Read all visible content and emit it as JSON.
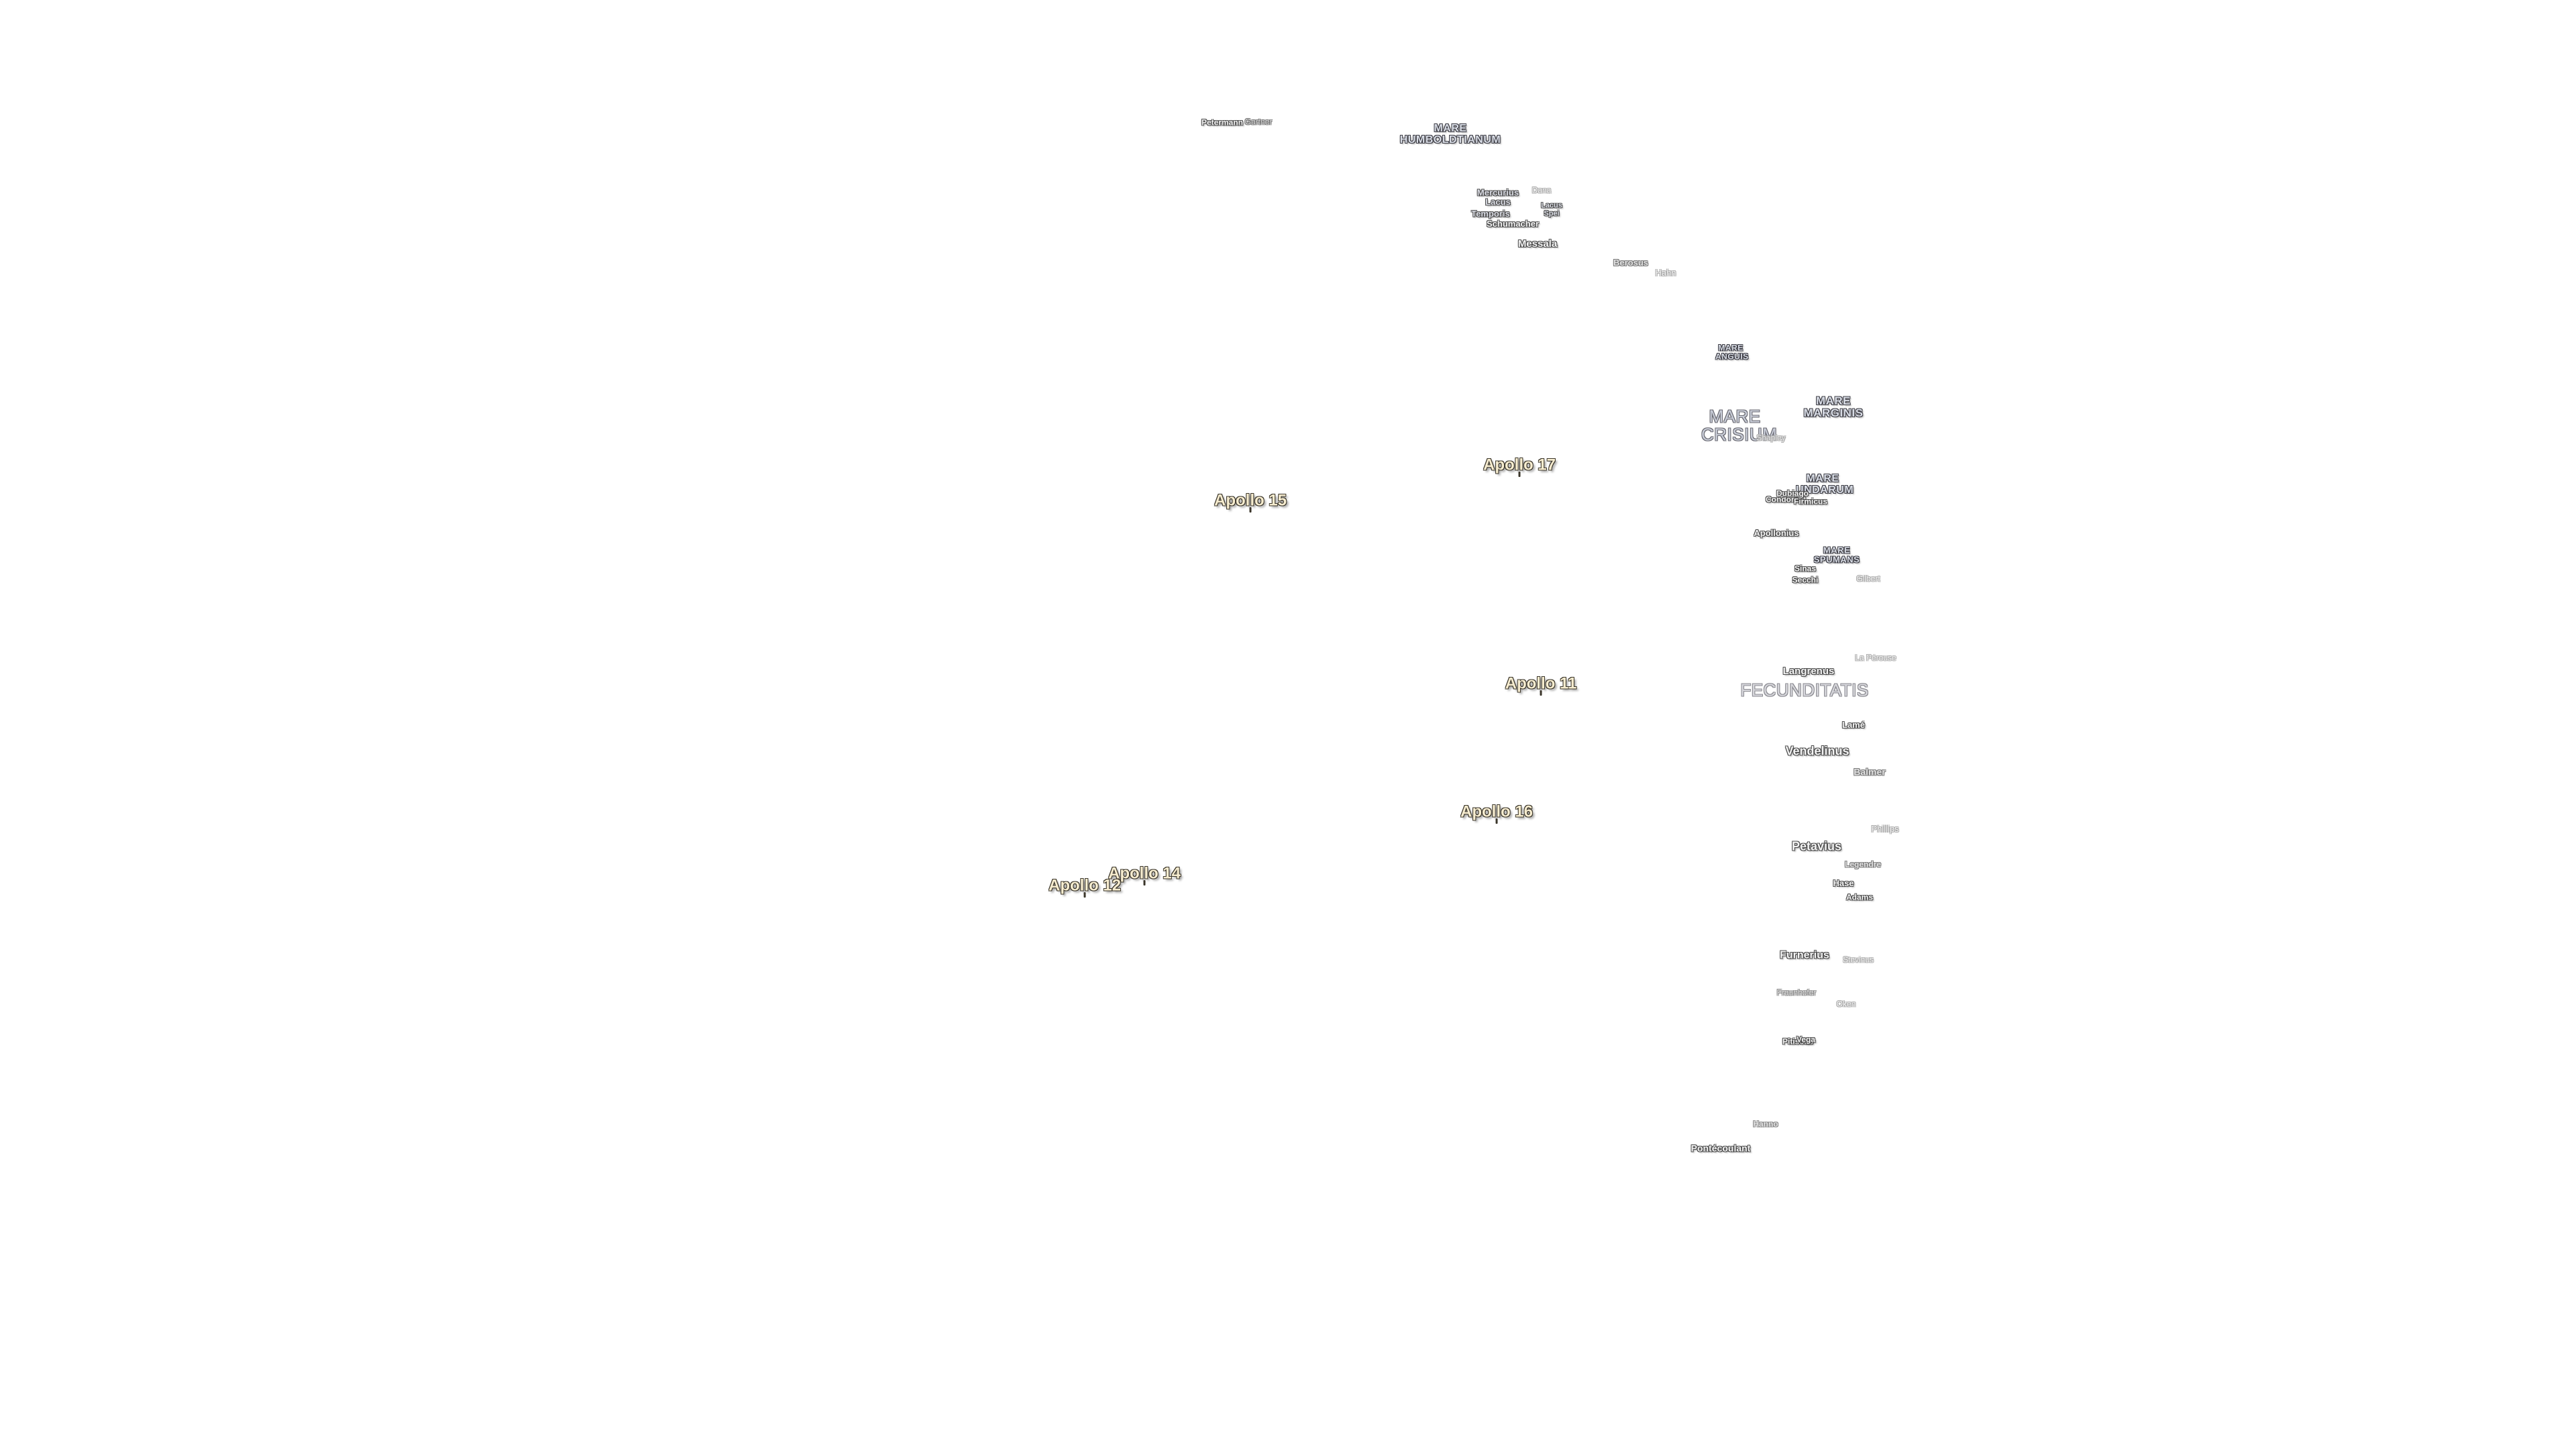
{
  "map": {
    "apollo_sites": [
      {
        "name": "Apollo 17"
      },
      {
        "name": "Apollo 15"
      },
      {
        "name": "Apollo 11"
      },
      {
        "name": "Apollo 16"
      },
      {
        "name": "Apollo 14"
      },
      {
        "name": "Apollo 12"
      }
    ],
    "maria": [
      {
        "name": "MARE HUMBOLDTIANUM"
      },
      {
        "name": "MARE ANGUIS"
      },
      {
        "name": "MARE MARGINIS"
      },
      {
        "name": "MARE CRISIUM"
      },
      {
        "name": "MARE UNDARUM"
      },
      {
        "name": "MARE SPUMANS"
      },
      {
        "name": "FECUNDITATIS"
      },
      {
        "name": "Mercurius Lacus"
      },
      {
        "name": "Lacus Spei"
      },
      {
        "name": "Temporis"
      }
    ],
    "craters": [
      {
        "name": "Petermann"
      },
      {
        "name": "Gartner"
      },
      {
        "name": "Dana"
      },
      {
        "name": "Schumacher"
      },
      {
        "name": "Messala"
      },
      {
        "name": "Berosus"
      },
      {
        "name": "Hahn"
      },
      {
        "name": "Shapley"
      },
      {
        "name": "Condorcet"
      },
      {
        "name": "Dubiago"
      },
      {
        "name": "Apollonius"
      },
      {
        "name": "Firmicus"
      },
      {
        "name": "Sinas"
      },
      {
        "name": "Secchi"
      },
      {
        "name": "Gilbert"
      },
      {
        "name": "Langrenus"
      },
      {
        "name": "La Pérouse"
      },
      {
        "name": "Lamé"
      },
      {
        "name": "Vendelinus"
      },
      {
        "name": "Balmer"
      },
      {
        "name": "Phillips"
      },
      {
        "name": "Petavius"
      },
      {
        "name": "Legendre"
      },
      {
        "name": "Hase"
      },
      {
        "name": "Adams"
      },
      {
        "name": "Furnerius"
      },
      {
        "name": "Stevinus"
      },
      {
        "name": "Fraunhofer"
      },
      {
        "name": "Oken"
      },
      {
        "name": "Pitiscus"
      },
      {
        "name": "Vega"
      },
      {
        "name": "Hanno"
      },
      {
        "name": "Pontécoulant"
      }
    ]
  }
}
